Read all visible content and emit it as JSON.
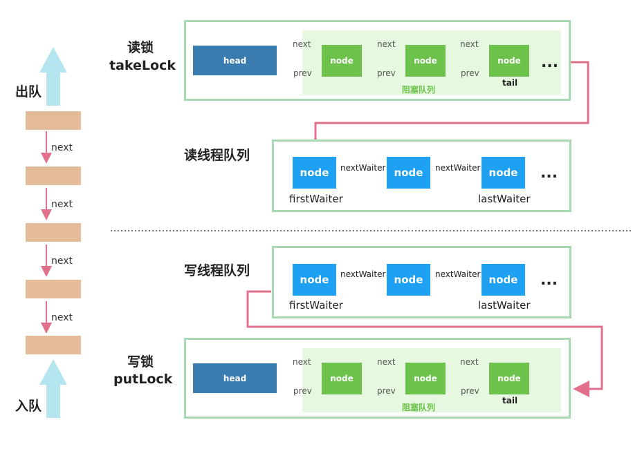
{
  "queue": {
    "dequeue_label": "出队",
    "enqueue_label": "入队",
    "next_labels": [
      "next",
      "next",
      "next",
      "next"
    ]
  },
  "read_lock": {
    "title_cn": "读锁",
    "title_en": "takeLock",
    "head": "head",
    "nodes": [
      "node",
      "node",
      "node"
    ],
    "next_labels": [
      "next",
      "next",
      "next"
    ],
    "prev_labels": [
      "prev",
      "prev",
      "prev"
    ],
    "tail": "tail",
    "blocked_label": "阻塞队列",
    "ellipsis": "..."
  },
  "read_threads": {
    "title": "读线程队列",
    "nodes": [
      "node",
      "node",
      "node"
    ],
    "next_waiter_labels": [
      "nextWaiter",
      "nextWaiter"
    ],
    "first_waiter": "firstWaiter",
    "last_waiter": "lastWaiter",
    "ellipsis": "..."
  },
  "write_threads": {
    "title": "写线程队列",
    "nodes": [
      "node",
      "node",
      "node"
    ],
    "next_waiter_labels": [
      "nextWaiter",
      "nextWaiter"
    ],
    "first_waiter": "firstWaiter",
    "last_waiter": "lastWaiter",
    "ellipsis": "..."
  },
  "write_lock": {
    "title_cn": "写锁",
    "title_en": "putLock",
    "head": "head",
    "nodes": [
      "node",
      "node",
      "node"
    ],
    "next_labels": [
      "next",
      "next",
      "next"
    ],
    "prev_labels": [
      "prev",
      "prev",
      "prev"
    ],
    "tail": "tail",
    "blocked_label": "阻塞队列"
  },
  "colors": {
    "green_border": "#a6d9b1",
    "blocked_bg": "#e6f9e0",
    "head_blue": "#3a7bb0",
    "green_node": "#6cc24a",
    "blue_node": "#1ea1f2",
    "queue_block": "#e5bc9a",
    "pink": "#e0708c",
    "arrow_up": "#b5e6f0"
  }
}
